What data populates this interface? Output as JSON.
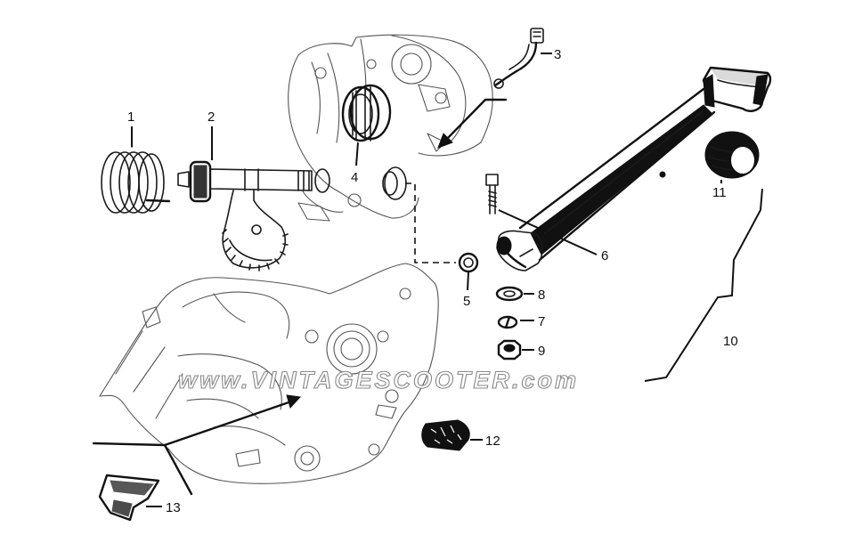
{
  "watermark": "www.VINTAGESCOOTER.com",
  "callouts": [
    {
      "id": "1",
      "label": "1"
    },
    {
      "id": "2",
      "label": "2"
    },
    {
      "id": "3",
      "label": "3"
    },
    {
      "id": "4",
      "label": "4"
    },
    {
      "id": "5",
      "label": "5"
    },
    {
      "id": "6",
      "label": "6"
    },
    {
      "id": "7",
      "label": "7"
    },
    {
      "id": "8",
      "label": "8"
    },
    {
      "id": "9",
      "label": "9"
    },
    {
      "id": "10",
      "label": "10"
    },
    {
      "id": "11",
      "label": "11"
    },
    {
      "id": "12",
      "label": "12"
    },
    {
      "id": "13",
      "label": "13"
    }
  ],
  "parts": [
    {
      "number": "1",
      "icon": "return-spring-icon"
    },
    {
      "number": "2",
      "icon": "kickstart-shaft-sector-icon"
    },
    {
      "number": "3",
      "icon": "pipe-fitting-icon"
    },
    {
      "number": "4",
      "icon": "needle-bearing-icon"
    },
    {
      "number": "5",
      "icon": "seal-ring-icon"
    },
    {
      "number": "6",
      "icon": "clamp-bolt-icon"
    },
    {
      "number": "7",
      "icon": "spring-washer-icon"
    },
    {
      "number": "8",
      "icon": "flat-washer-icon"
    },
    {
      "number": "9",
      "icon": "nut-icon"
    },
    {
      "number": "10",
      "icon": "kickstart-lever-icon"
    },
    {
      "number": "11",
      "icon": "rubber-pedal-icon"
    },
    {
      "number": "12",
      "icon": "rubber-buffer-icon"
    },
    {
      "number": "13",
      "icon": "stop-bracket-icon"
    }
  ]
}
